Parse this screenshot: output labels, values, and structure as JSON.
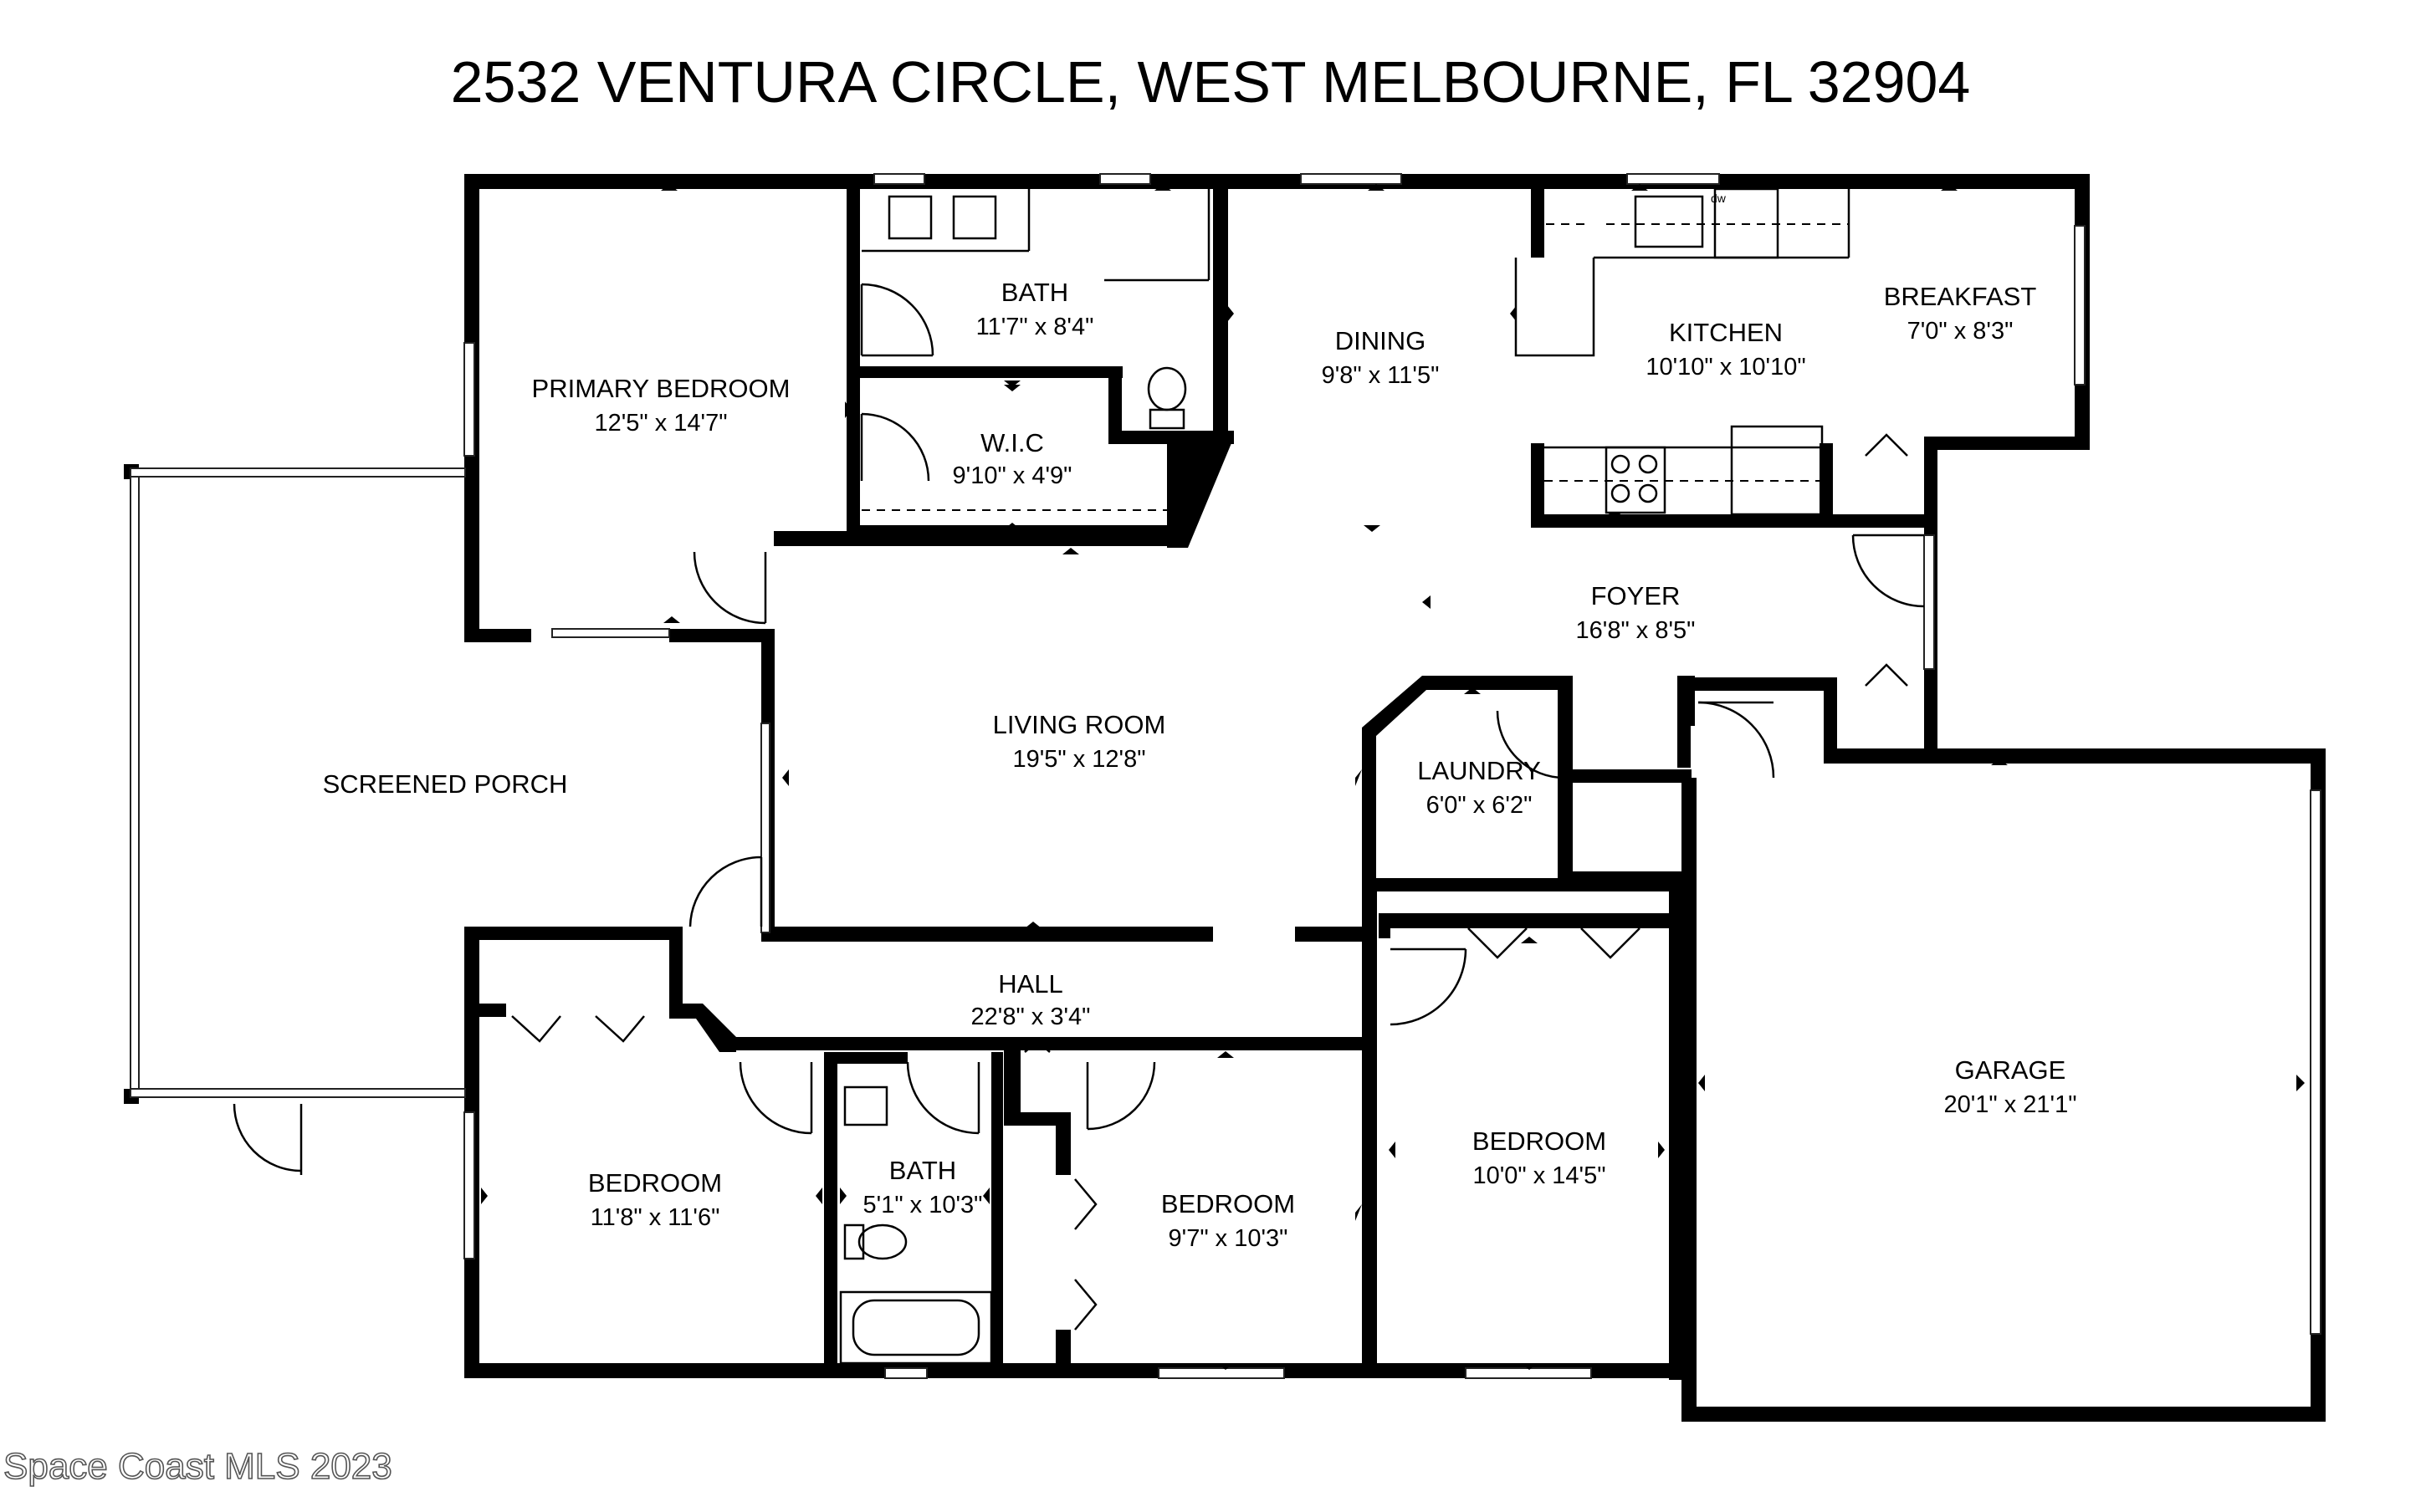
{
  "title": "2532 VENTURA CIRCLE, WEST MELBOURNE, FL 32904",
  "watermark": "Space Coast MLS 2023",
  "appliance_label": "dw",
  "rooms": {
    "primary_bedroom": {
      "name": "PRIMARY BEDROOM",
      "dims": "12'5\" x 14'7\""
    },
    "primary_bath": {
      "name": "BATH",
      "dims": "11'7\" x 8'4\""
    },
    "wic": {
      "name": "W.I.C",
      "dims": "9'10\" x 4'9\""
    },
    "dining": {
      "name": "DINING",
      "dims": "9'8\" x 11'5\""
    },
    "kitchen": {
      "name": "KITCHEN",
      "dims": "10'10\" x 10'10\""
    },
    "breakfast": {
      "name": "BREAKFAST",
      "dims": "7'0\" x 8'3\""
    },
    "foyer": {
      "name": "FOYER",
      "dims": "16'8\" x 8'5\""
    },
    "living_room": {
      "name": "LIVING ROOM",
      "dims": "19'5\" x 12'8\""
    },
    "screened_porch": {
      "name": "SCREENED PORCH",
      "dims": ""
    },
    "laundry": {
      "name": "LAUNDRY",
      "dims": "6'0\" x 6'2\""
    },
    "hall": {
      "name": "HALL",
      "dims": "22'8\" x 3'4\""
    },
    "bedroom_1": {
      "name": "BEDROOM",
      "dims": "11'8\" x 11'6\""
    },
    "bath_2": {
      "name": "BATH",
      "dims": "5'1\" x 10'3\""
    },
    "bedroom_2": {
      "name": "BEDROOM",
      "dims": "9'7\" x 10'3\""
    },
    "bedroom_3": {
      "name": "BEDROOM",
      "dims": "10'0\" x 14'5\""
    },
    "garage": {
      "name": "GARAGE",
      "dims": "20'1\" x 21'1\""
    }
  }
}
